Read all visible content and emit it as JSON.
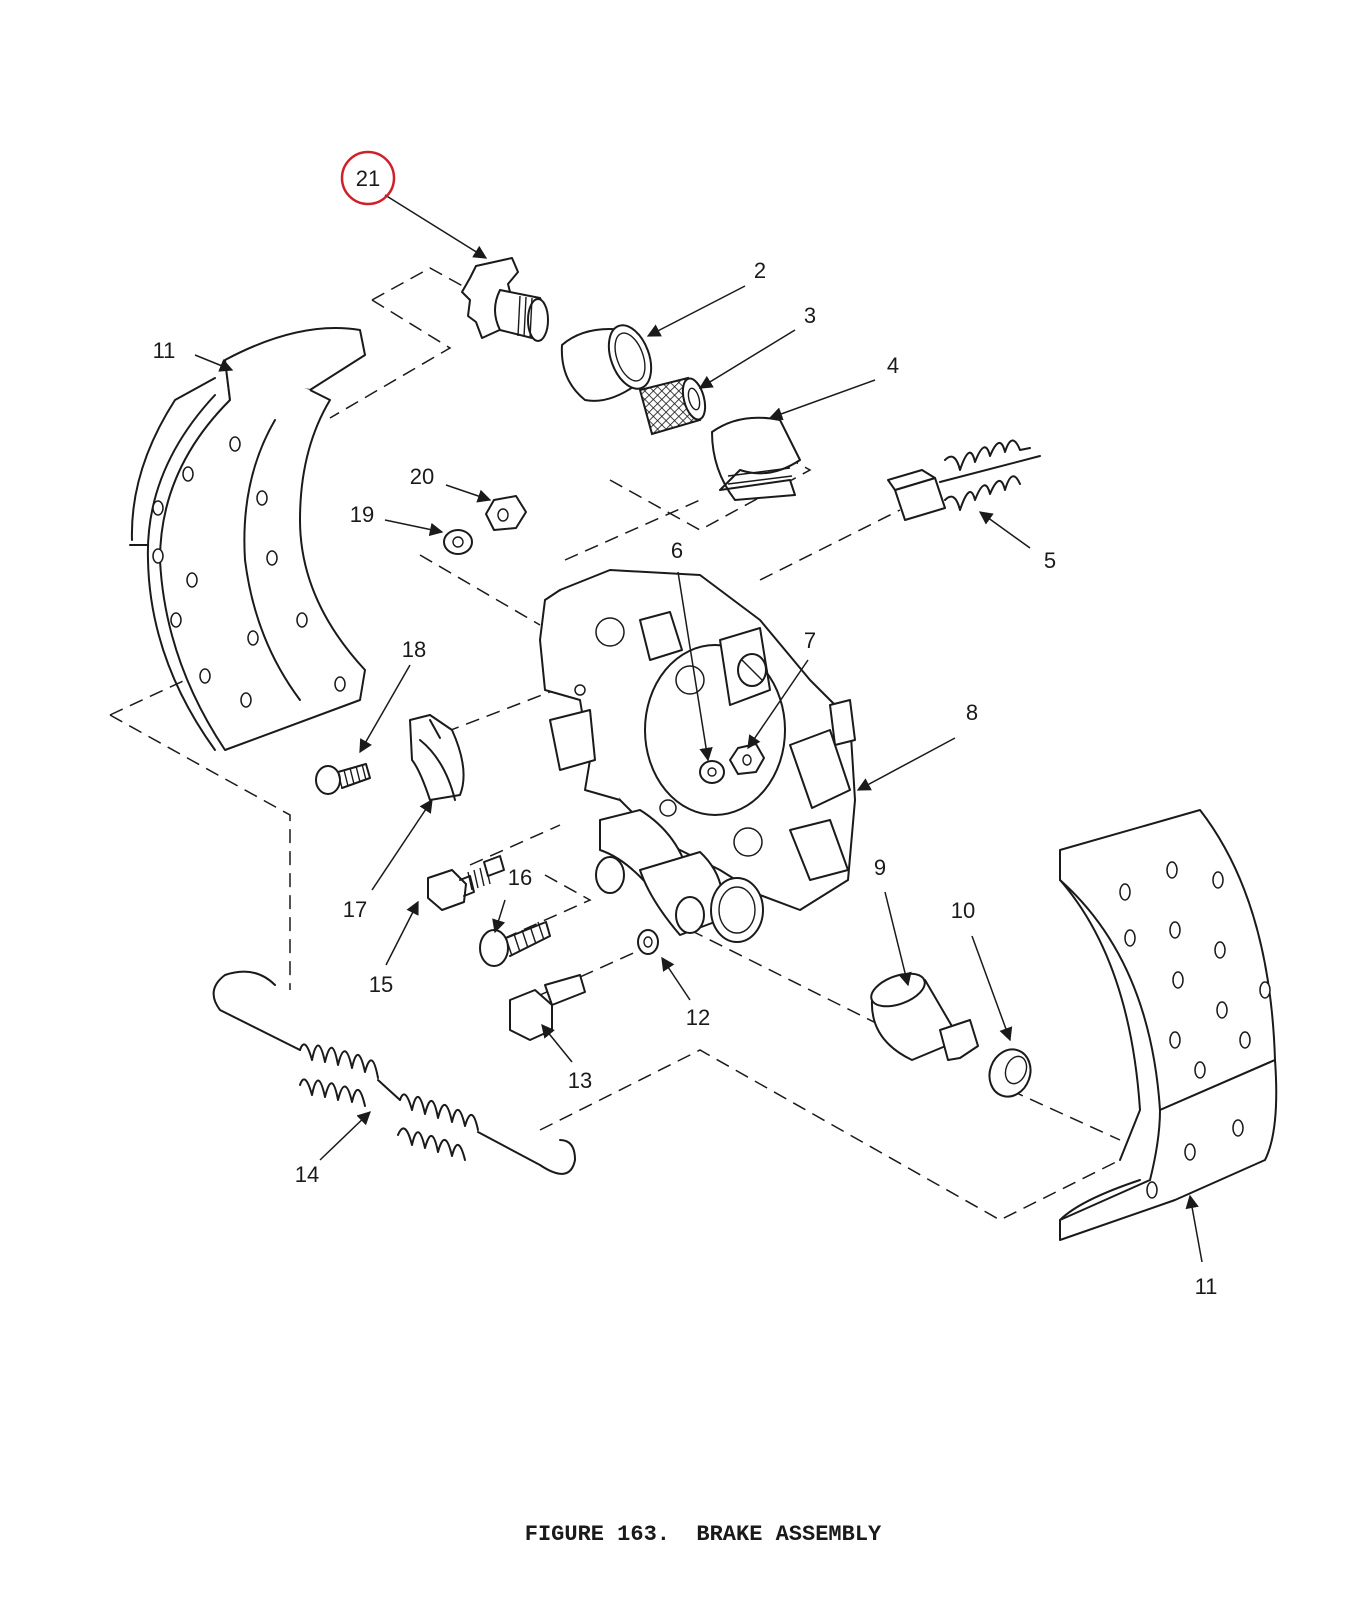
{
  "figure": {
    "caption": "FIGURE 163.  BRAKE ASSEMBLY",
    "highlight_color": "#d0202a"
  },
  "callouts": [
    {
      "id": "21",
      "label": "21",
      "highlighted": true
    },
    {
      "id": "2",
      "label": "2"
    },
    {
      "id": "3",
      "label": "3"
    },
    {
      "id": "4",
      "label": "4"
    },
    {
      "id": "5",
      "label": "5"
    },
    {
      "id": "6",
      "label": "6"
    },
    {
      "id": "7",
      "label": "7"
    },
    {
      "id": "8",
      "label": "8"
    },
    {
      "id": "9",
      "label": "9"
    },
    {
      "id": "10",
      "label": "10"
    },
    {
      "id": "11a",
      "label": "11"
    },
    {
      "id": "11b",
      "label": "11"
    },
    {
      "id": "12",
      "label": "12"
    },
    {
      "id": "13",
      "label": "13"
    },
    {
      "id": "14",
      "label": "14"
    },
    {
      "id": "15",
      "label": "15"
    },
    {
      "id": "16",
      "label": "16"
    },
    {
      "id": "17",
      "label": "17"
    },
    {
      "id": "18",
      "label": "18"
    },
    {
      "id": "19",
      "label": "19"
    },
    {
      "id": "20",
      "label": "20"
    }
  ]
}
